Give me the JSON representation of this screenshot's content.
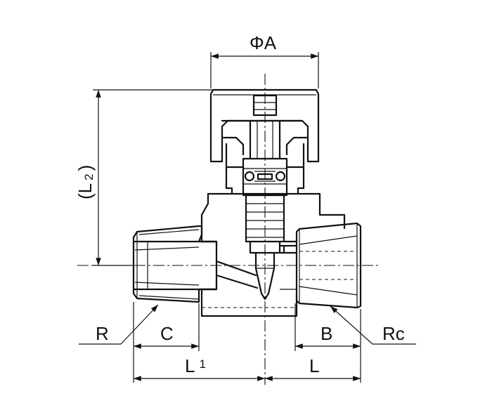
{
  "drawing": {
    "labels": {
      "phi_a": "ΦA",
      "l2_open": "(L",
      "l2_sub": "2",
      "l2_close": ")",
      "r": "R",
      "c": "C",
      "b": "B",
      "rc": "Rc",
      "l1_main": "L",
      "l1_sub": "1",
      "l": "L"
    }
  }
}
